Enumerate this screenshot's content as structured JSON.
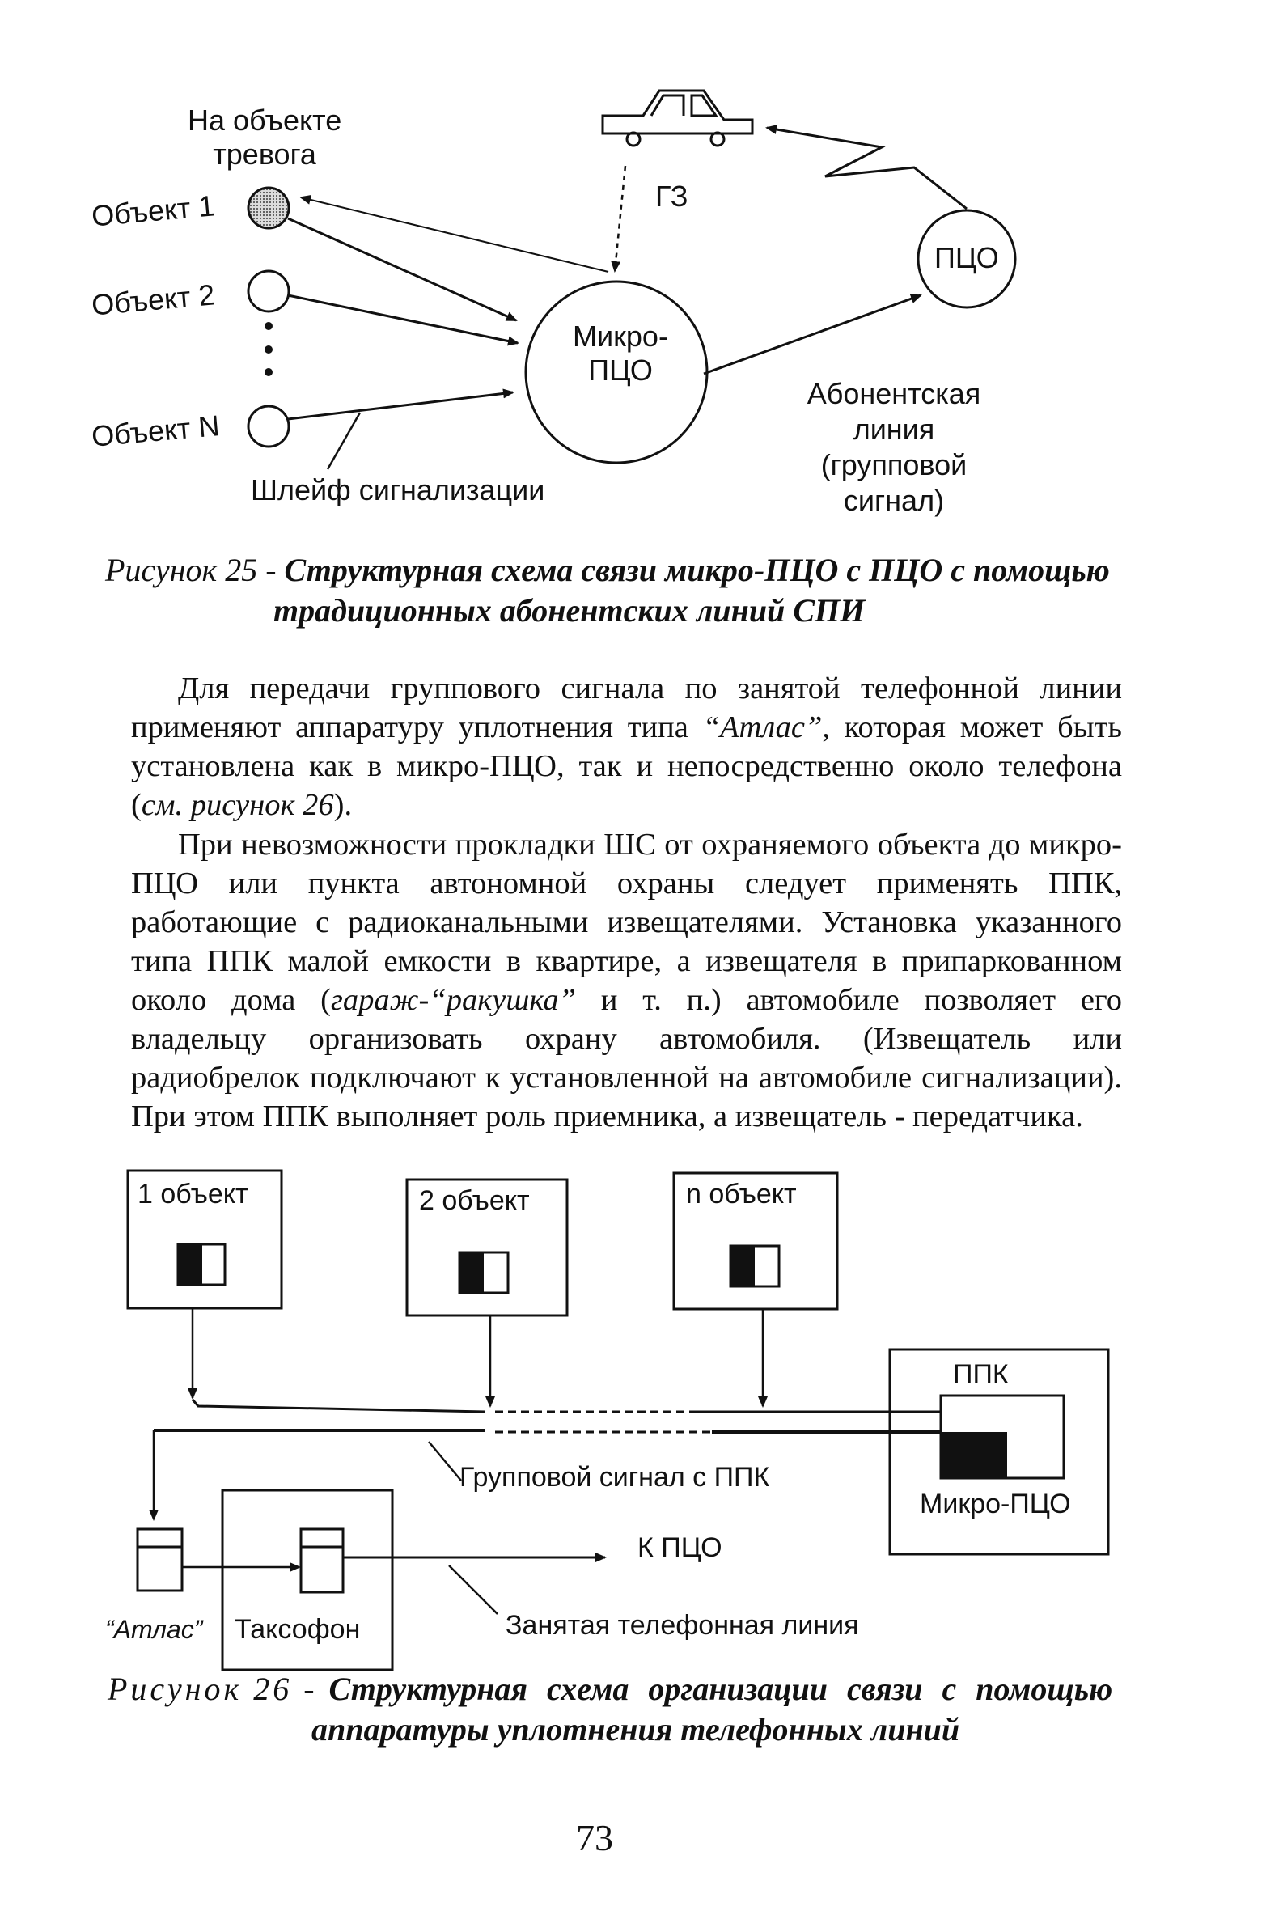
{
  "figure25": {
    "alarm_label_1": "На объекте",
    "alarm_label_2": "тревога",
    "object1": "Объект 1",
    "object2": "Объект 2",
    "objectN": "Объект N",
    "gz": "ГЗ",
    "pco": "ПЦО",
    "micro_pco_1": "Микро-",
    "micro_pco_2": "ПЦО",
    "line_1": "Абонентская",
    "line_2": "линия",
    "line_3": "(групповой",
    "line_4": "сигнал)",
    "loop": "Шлейф сигнализации",
    "caption_prefix": "Рисунок 25 - ",
    "caption_line1": "Структурная схема связи микро-ПЦО с ПЦО с помощью",
    "caption_line2": "традиционных абонентских линий СПИ"
  },
  "body": {
    "p1_a": "Для передачи группового сигнала по занятой телефонной линии применяют аппаратуру уплотнения типа ",
    "p1_b": "“Атлас”",
    "p1_c": ", которая может быть установлена как в микро-ПЦО, так и непосредственно около телефона (",
    "p1_d": "см. рисунок 26",
    "p1_e": ").",
    "p2_a": "При невозможности прокладки ШС от охраняемого объекта до микро-ПЦО или пункта автономной охраны следует применять ППК, работающие с радиоканальными извещателями. Установка указанного типа ППК малой емкости в квартире, а извещателя в припаркованном около дома (",
    "p2_b": "гараж-“ракушка”",
    "p2_c": " и т. п.) автомобиле позволяет его владельцу организовать охрану автомобиля. (Извещатель или радиобрелок подключают к установленной на автомобиле сигнализации). При этом ППК выполняет роль приемника, а извещатель - передатчика."
  },
  "figure26": {
    "obj1": "1 объект",
    "obj2": "2 объект",
    "objn": "n объект",
    "ppk": "ППК",
    "micro_pco": "Микро-ПЦО",
    "group_signal": "Групповой сигнал с ППК",
    "to_pco": "К ПЦО",
    "atlas": "“Атлас”",
    "payphone": "Таксофон",
    "busy_line": "Занятая телефонная линия",
    "caption_prefix": "Рисунок 26 - ",
    "caption_line1": "Структурная схема организации связи с помощью",
    "caption_line2": "аппаратуры уплотнения телефонных линий"
  },
  "page_number": "73"
}
